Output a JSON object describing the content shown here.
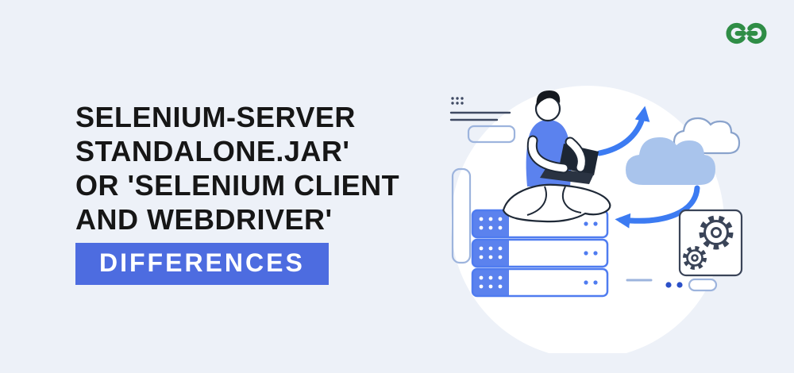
{
  "background": "#edf1f8",
  "logo": {
    "icon": "geeksforgeeks-logo",
    "color": "#2f8d46"
  },
  "title": {
    "lines": [
      "SELENIUM-SERVER",
      "STANDALONE.JAR'",
      "OR 'SELENIUM CLIENT",
      "AND WEBDRIVER'"
    ],
    "color": "#161616"
  },
  "badge": {
    "label": "DIFFERENCES",
    "background": "#4d6ce0",
    "color": "#ffffff"
  },
  "illustration": {
    "scene": "person sitting cross-legged on a server stack using a laptop, sync arrows to a cloud, gears box, browser lines",
    "icons": [
      "person-illustration",
      "laptop-icon",
      "server-stack",
      "cloud-icon",
      "sync-arrow-up-icon",
      "sync-arrow-down-icon",
      "gear-icon",
      "browser-lines-icon",
      "dots-decor"
    ],
    "colors": {
      "accent_blue": "#4f7cf0",
      "server_panel_blue": "#5b82ee",
      "cloud_blue": "#a9c4ec",
      "outline_dark": "#3a4458",
      "light_outline": "#9db4dd"
    }
  }
}
